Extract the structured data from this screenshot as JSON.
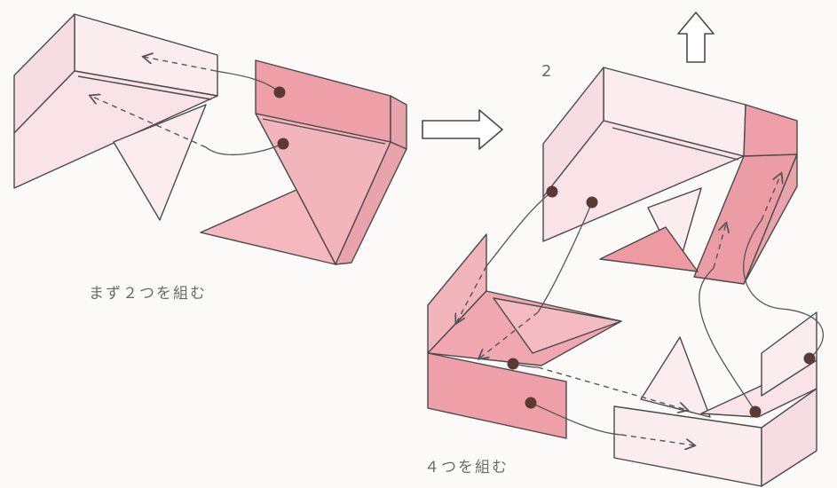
{
  "step_number": "2",
  "caption_first": "まず２つを組む",
  "caption_second": "４つを組む",
  "colors": {
    "light_pink": "#f9e3e6",
    "pale_pink": "#fbecee",
    "dark_pink": "#e9a3ab",
    "mid_pink": "#efb8be",
    "outline": "#4a4a4a",
    "dot": "#5a3a33"
  },
  "icons": [
    "right-arrow-icon",
    "up-arrow-icon"
  ]
}
